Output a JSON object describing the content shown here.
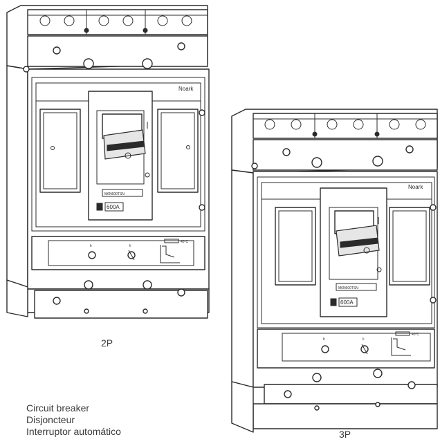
{
  "products": [
    {
      "pole_label": "2P",
      "brand": "Noark",
      "model": "M6N600TSN",
      "rating": "600A"
    },
    {
      "pole_label": "3P",
      "brand": "Noark",
      "model": "M6N600TSN",
      "rating": "600A"
    }
  ],
  "trip_unit": {
    "temp_label": "40°C",
    "ir_label": "Ir",
    "ii_label": "Ii"
  },
  "caption": {
    "line1": "Circuit breaker",
    "line2": "Disjoncteur",
    "line3": "Interruptor automático"
  }
}
